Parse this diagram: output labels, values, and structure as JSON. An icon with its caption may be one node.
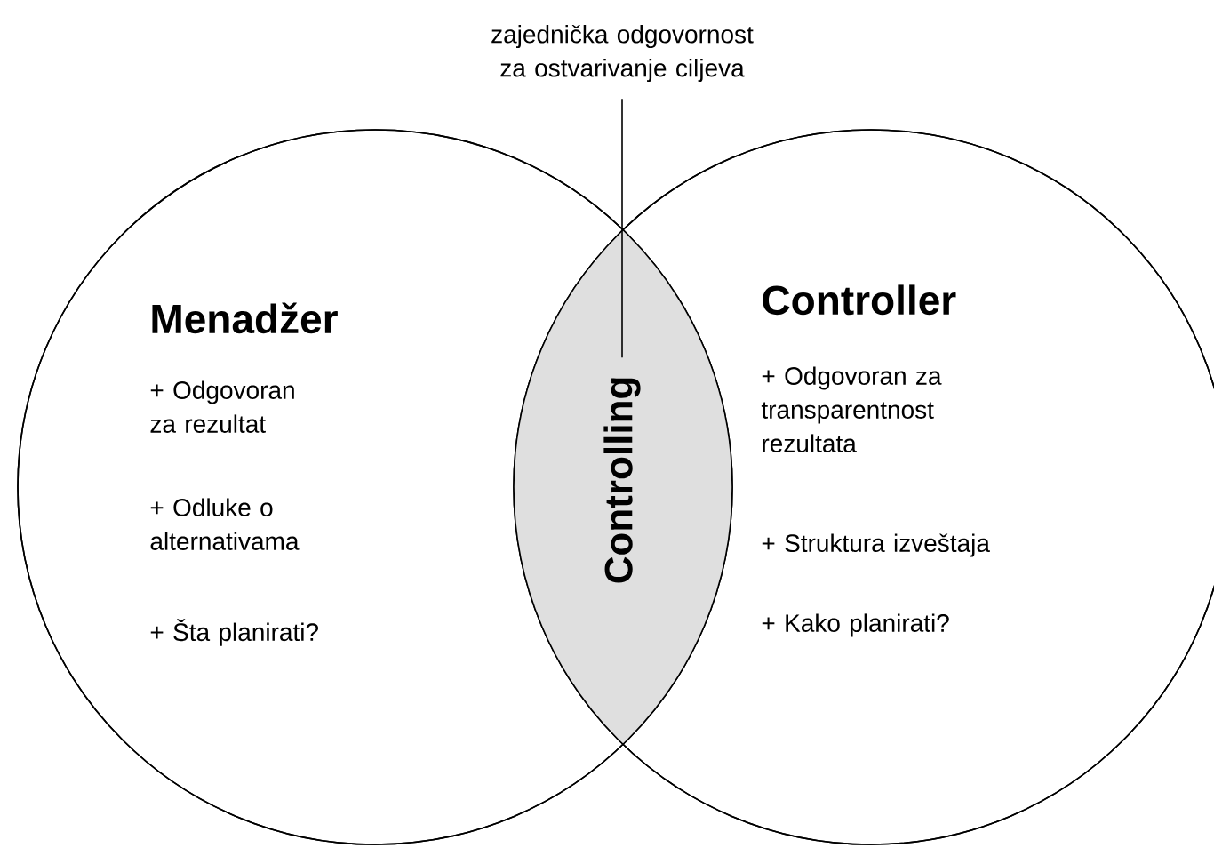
{
  "diagram": {
    "nodes": [
      {
        "text": [
          "zajednička odgovornost za ostvarivanje ciljeva"
        ]
      },
      {
        "text": [
          "Menadžer",
          "+ Odgovoran za rezultat",
          "+ Odluke o alternativama",
          "+ Šta planirati?"
        ]
      },
      {
        "text": [
          "Controller",
          "+ Odgovoran za transparentnost rezultata",
          "+ Struktura izveštaja",
          "+ Kako planirati?"
        ]
      },
      {
        "text": [
          "Controlling"
        ]
      }
    ],
    "edges": [
      {
        "from": 0,
        "to": 3,
        "arrow": "none"
      }
    ]
  }
}
